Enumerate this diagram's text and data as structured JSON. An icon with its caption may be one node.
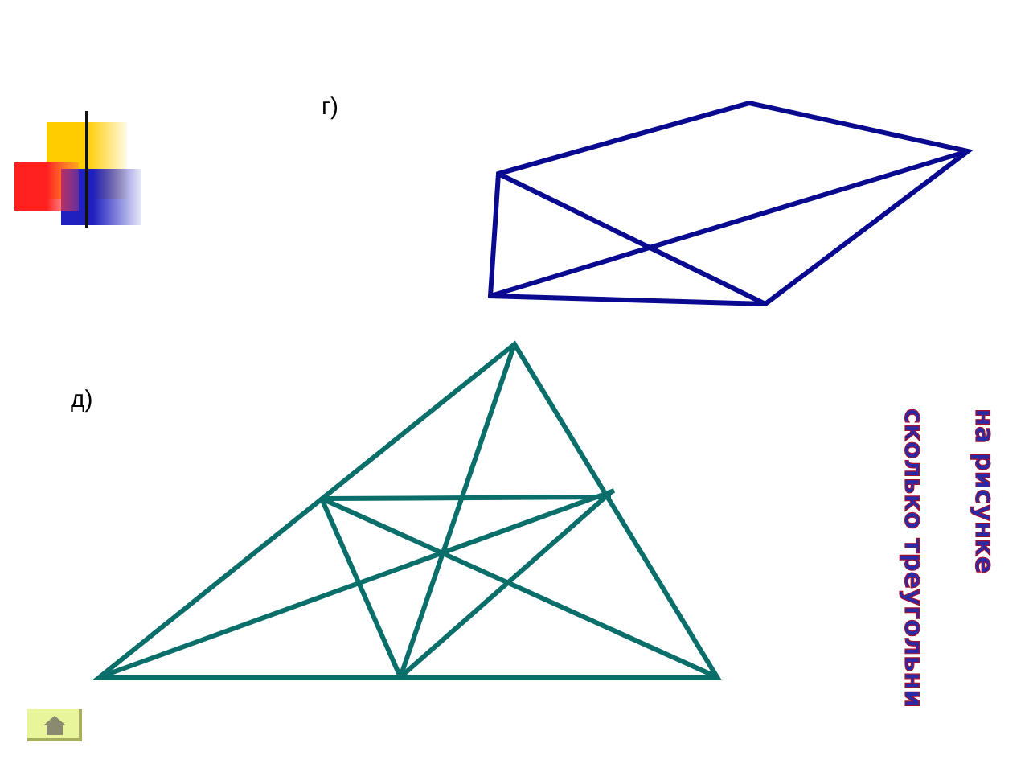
{
  "diagram": {
    "labels": [
      "г)",
      "д)",
      "на рисунке",
      "сколько треугольни"
    ]
  }
}
